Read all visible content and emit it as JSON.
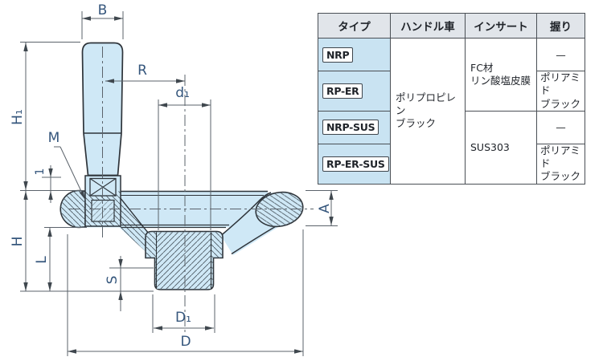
{
  "drawing": {
    "dim_labels": {
      "B": "B",
      "H1": "H₁",
      "R": "R",
      "d1": "d₁",
      "M": "M",
      "gap": "1",
      "H": "H",
      "L": "L",
      "S": "S",
      "D1": "D₁",
      "D": "D",
      "A": "A"
    }
  },
  "table": {
    "headers": [
      "タイプ",
      "ハンドル車",
      "インサート",
      "握り"
    ],
    "types": [
      "NRP",
      "RP-ER",
      "NRP-SUS",
      "RP-ER-SUS"
    ],
    "handle_wheel_material": {
      "line1": "ポリプロピレン",
      "line2": "ブラック"
    },
    "insert_fc": {
      "line1": "FC材",
      "line2": "リン酸塩皮膜"
    },
    "insert_sus": "SUS303",
    "grip_none": "—",
    "grip_polyamide": {
      "line1": "ポリアミド",
      "line2": "ブラック"
    }
  },
  "colors": {
    "part_fill": "#cfe8f6",
    "type_cell_bg": "#c9e3f2",
    "header_bg": "#e1e5ea",
    "outline": "#2e343a",
    "dim_label": "#35567c"
  }
}
